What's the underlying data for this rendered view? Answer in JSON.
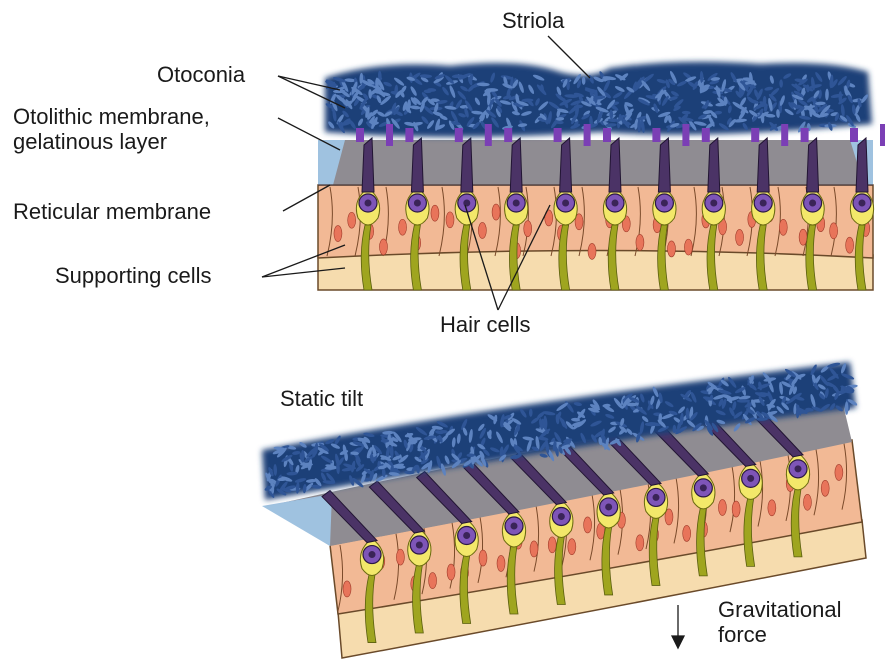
{
  "labels": {
    "striola": "Striola",
    "otoconia": "Otoconia",
    "otolithic_line1": "Otolithic membrane,",
    "otolithic_line2": "gelatinous layer",
    "reticular": "Reticular membrane",
    "supporting": "Supporting cells",
    "hair_cells": "Hair cells",
    "static_tilt": "Static tilt",
    "grav_line1": "Gravitational",
    "grav_line2": "force"
  },
  "colors": {
    "otoconia": "#1e3f78",
    "otoconia_light": "#5d83c0",
    "gel": "#8f8c92",
    "gel_edge": "#9fc2e0",
    "cell_layer": "#f2b995",
    "base_layer": "#f6dcae",
    "nucleus": "#e8745a",
    "hair_cell_body": "#f3e86a",
    "hair_bundle": "#4b3366",
    "hair_nucleus": "#7e55b8",
    "nerve_fiber": "#9fa51f",
    "stereocilia_tip": "#7b3fb5"
  },
  "panels": [
    {
      "name": "upright",
      "hair_cells": 11,
      "tilt": 0
    },
    {
      "name": "static-tilt",
      "hair_cells": 10,
      "tilt": 1
    }
  ]
}
